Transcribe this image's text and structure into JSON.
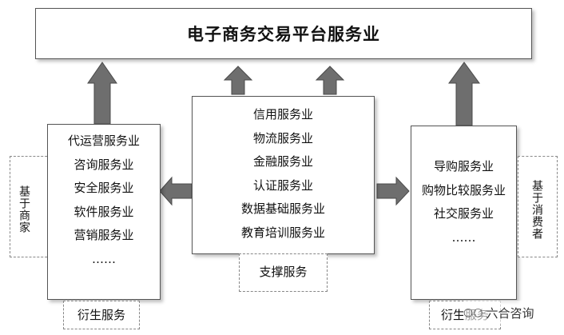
{
  "diagram": {
    "title": "电子商务交易平台服务业",
    "merchant_side": {
      "label": "基于商家",
      "caption": "衍生服务",
      "items": [
        "代运营服务业",
        "咨询服务业",
        "安全服务业",
        "软件服务业",
        "营销服务业",
        "……"
      ]
    },
    "support": {
      "caption": "支撑服务",
      "items": [
        "信用服务业",
        "物流服务业",
        "金融服务业",
        "认证服务业",
        "数据基础服务业",
        "教育培训服务业"
      ]
    },
    "consumer_side": {
      "label": "基于消费者",
      "caption": "衍生服务",
      "items": [
        "导购服务业",
        "购物比较服务业",
        "社交服务业",
        "……"
      ]
    },
    "watermark": "六合咨询",
    "colors": {
      "arrow": "#6e6e6e",
      "arrow_edge": "#4a4a4a",
      "border": "#555555"
    }
  }
}
